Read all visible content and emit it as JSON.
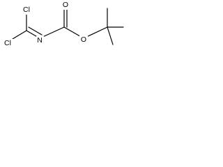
{
  "molecule": {
    "atoms": {
      "cl_top": "Cl",
      "cl_bottom": "Cl",
      "nitrogen": "N",
      "carbonyl_oxygen": "O",
      "ester_oxygen": "O"
    }
  },
  "colors": {
    "bond": "#000000",
    "label": "#000000",
    "background": "#ffffff"
  }
}
